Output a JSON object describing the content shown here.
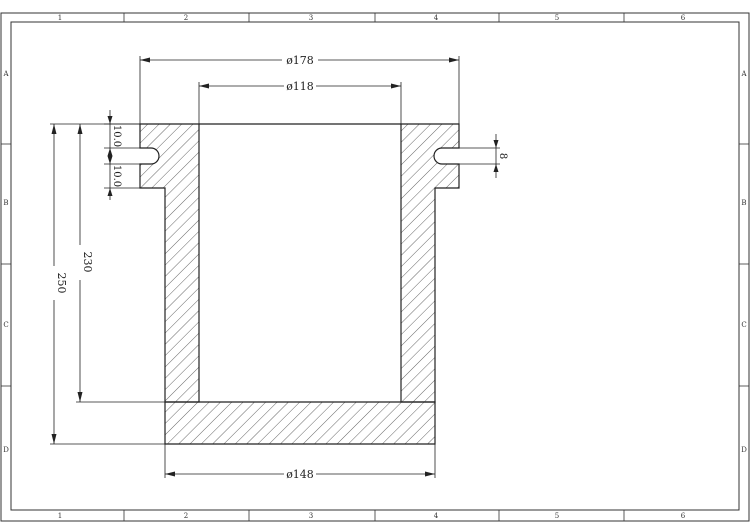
{
  "frame": {
    "zones_top": [
      "1",
      "2",
      "3",
      "4",
      "5",
      "6"
    ],
    "zones_bottom": [
      "1",
      "2",
      "3",
      "4",
      "5",
      "6"
    ],
    "zones_left": [
      "A",
      "B",
      "C",
      "D"
    ],
    "zones_right": [
      "A",
      "B",
      "C",
      "D"
    ]
  },
  "dimensions": {
    "outer_flange_diameter": "ø178",
    "inner_diameter": "ø118",
    "outer_body_diameter": "ø148",
    "inner_depth": "230",
    "total_height": "250",
    "flange_upper_thickness": "10.0",
    "flange_lower_thickness": "10.0",
    "slot_width": "8"
  },
  "colors": {
    "line": "#222222",
    "hatch": "#555555",
    "background": "#ffffff"
  }
}
